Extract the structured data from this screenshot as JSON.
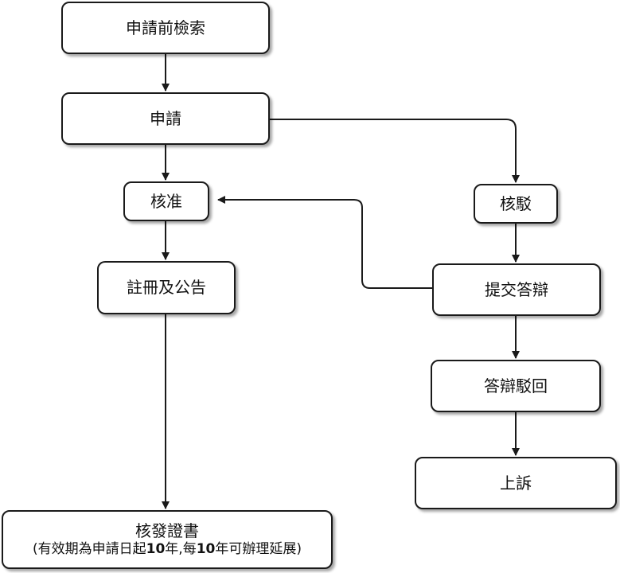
{
  "colors": {
    "stroke": "#1a1a1a",
    "fill": "#ffffff",
    "text": "#111111"
  },
  "nodes": {
    "pre_search": "申請前檢索",
    "apply": "申請",
    "approve": "核准",
    "reject": "核駁",
    "register": "註冊及公告",
    "response": "提交答辯",
    "response_rejected": "答辯駁回",
    "appeal": "上訴",
    "certificate": {
      "title": "核發證書",
      "note_open": "(有效期為申請日起",
      "note_years_a": "10",
      "note_mid": "年,每",
      "note_years_b": "10",
      "note_close": "年可辦理延展)"
    }
  },
  "edges": [
    {
      "from": "pre_search",
      "to": "apply"
    },
    {
      "from": "apply",
      "to": "approve"
    },
    {
      "from": "apply",
      "to": "reject"
    },
    {
      "from": "approve",
      "to": "register"
    },
    {
      "from": "register",
      "to": "certificate"
    },
    {
      "from": "reject",
      "to": "response"
    },
    {
      "from": "response",
      "to": "approve"
    },
    {
      "from": "response",
      "to": "response_rejected"
    },
    {
      "from": "response_rejected",
      "to": "appeal"
    }
  ]
}
